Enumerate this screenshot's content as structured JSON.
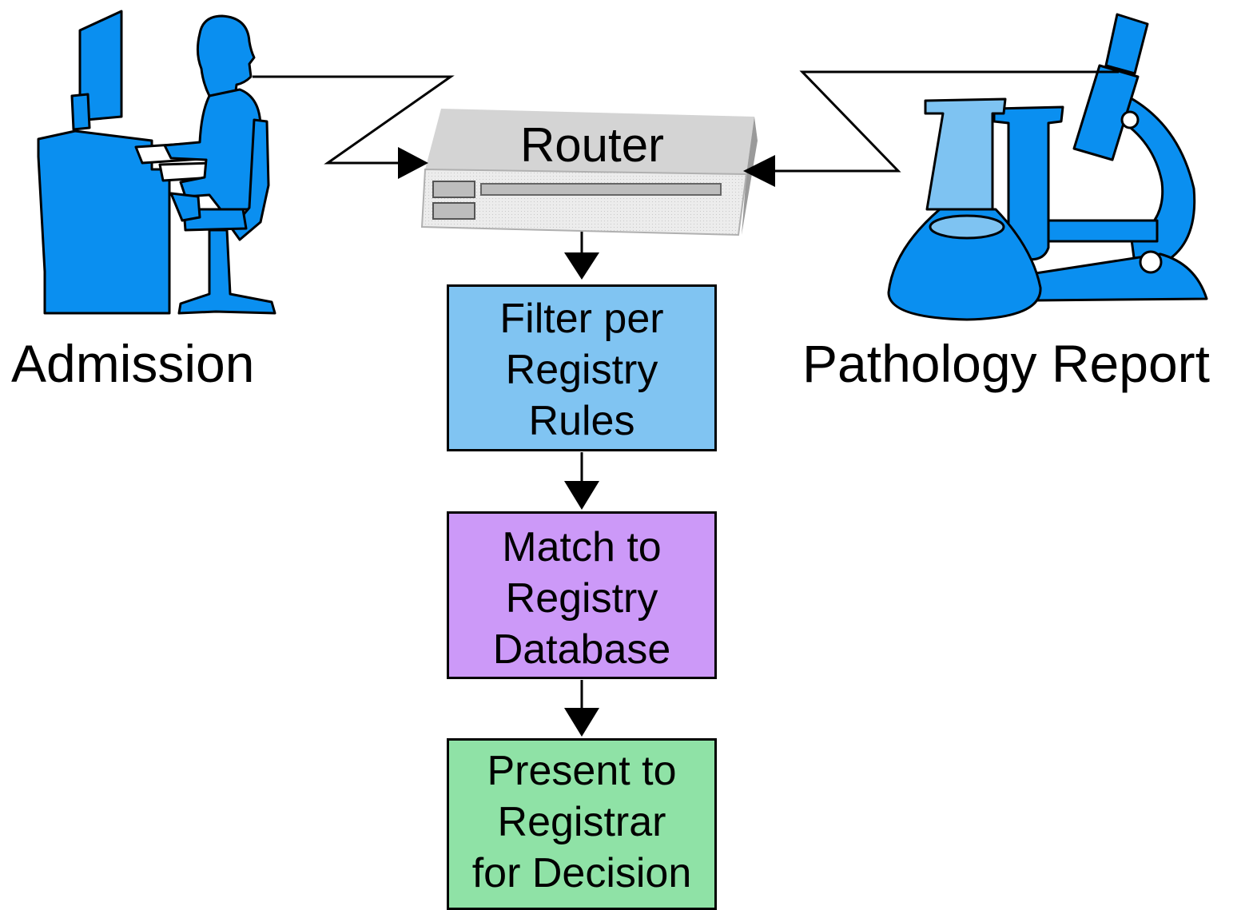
{
  "labels": {
    "admission": "Admission",
    "pathology": "Pathology Report",
    "router": "Router"
  },
  "steps": [
    {
      "lines": [
        "Filter per",
        "Registry",
        "Rules"
      ],
      "color": "#80c4f2"
    },
    {
      "lines": [
        "Match to",
        "Registry",
        "Database"
      ],
      "color": "#cc99f8"
    },
    {
      "lines": [
        "Present to",
        "Registrar",
        "for Decision"
      ],
      "color": "#8fe2a6"
    }
  ],
  "colors": {
    "icon_blue": "#0a8ff0",
    "icon_light_blue": "#7ec3f2",
    "router_grey": "#d4d4d4"
  },
  "icons": [
    "computer-user-icon",
    "lab-equipment-icon",
    "router-device-icon"
  ]
}
